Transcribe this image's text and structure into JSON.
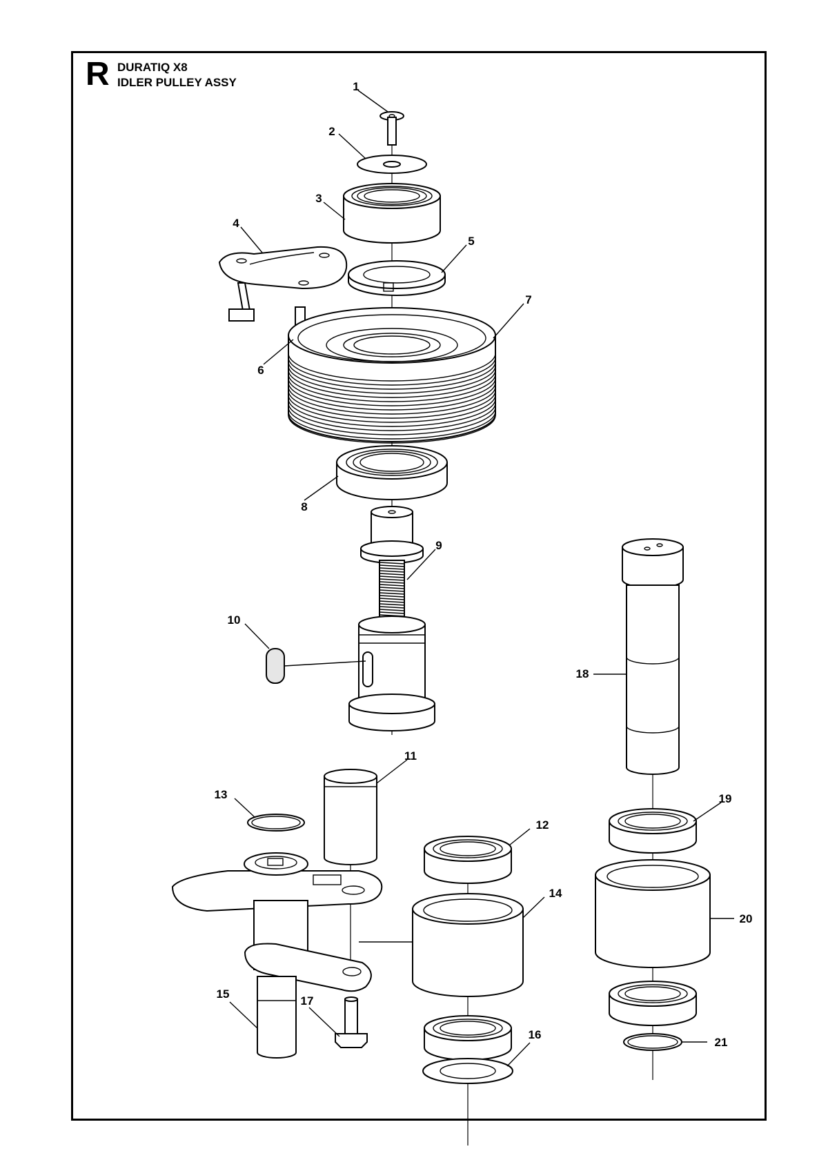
{
  "header": {
    "section_letter": "R",
    "model": "DURATIQ X8",
    "assembly": "IDLER PULLEY ASSY"
  },
  "callouts": [
    "1",
    "2",
    "3",
    "4",
    "5",
    "6",
    "7",
    "8",
    "9",
    "10",
    "11",
    "12",
    "13",
    "14",
    "15",
    "16",
    "17",
    "18",
    "19",
    "20",
    "21"
  ],
  "parts": [
    {
      "number": "1",
      "icon": "flat-head-screw-icon"
    },
    {
      "number": "2",
      "icon": "flat-washer-icon"
    },
    {
      "number": "3",
      "icon": "ball-bearing-icon"
    },
    {
      "number": "4",
      "icon": "cover-plate-icon"
    },
    {
      "number": "5",
      "icon": "spacer-ring-icon"
    },
    {
      "number": "6",
      "icon": "pin-icon"
    },
    {
      "number": "7",
      "icon": "ribbed-pulley-icon"
    },
    {
      "number": "8",
      "icon": "ball-bearing-icon"
    },
    {
      "number": "9",
      "icon": "threaded-spindle-icon"
    },
    {
      "number": "10",
      "icon": "key-icon"
    },
    {
      "number": "11",
      "icon": "pivot-pin-icon"
    },
    {
      "number": "12",
      "icon": "ball-bearing-icon"
    },
    {
      "number": "13",
      "icon": "snap-ring-icon"
    },
    {
      "number": "14",
      "icon": "sleeve-icon"
    },
    {
      "number": "15",
      "icon": "idler-arm-icon"
    },
    {
      "number": "16",
      "icon": "washer-icon"
    },
    {
      "number": "17",
      "icon": "flange-bolt-icon"
    },
    {
      "number": "18",
      "icon": "shaft-icon"
    },
    {
      "number": "19",
      "icon": "ball-bearing-icon"
    },
    {
      "number": "20",
      "icon": "bushing-icon"
    },
    {
      "number": "21",
      "icon": "retaining-ring-icon"
    }
  ]
}
